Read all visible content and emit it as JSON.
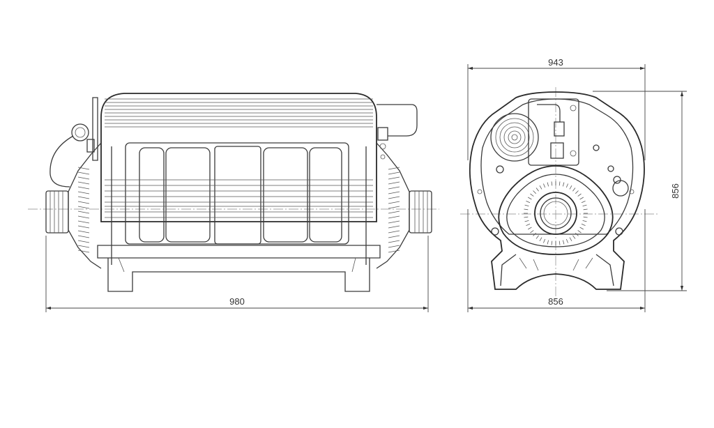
{
  "dimensions": {
    "side_length": "980",
    "front_width_top": "943",
    "front_width_bottom": "856",
    "front_height": "856"
  }
}
